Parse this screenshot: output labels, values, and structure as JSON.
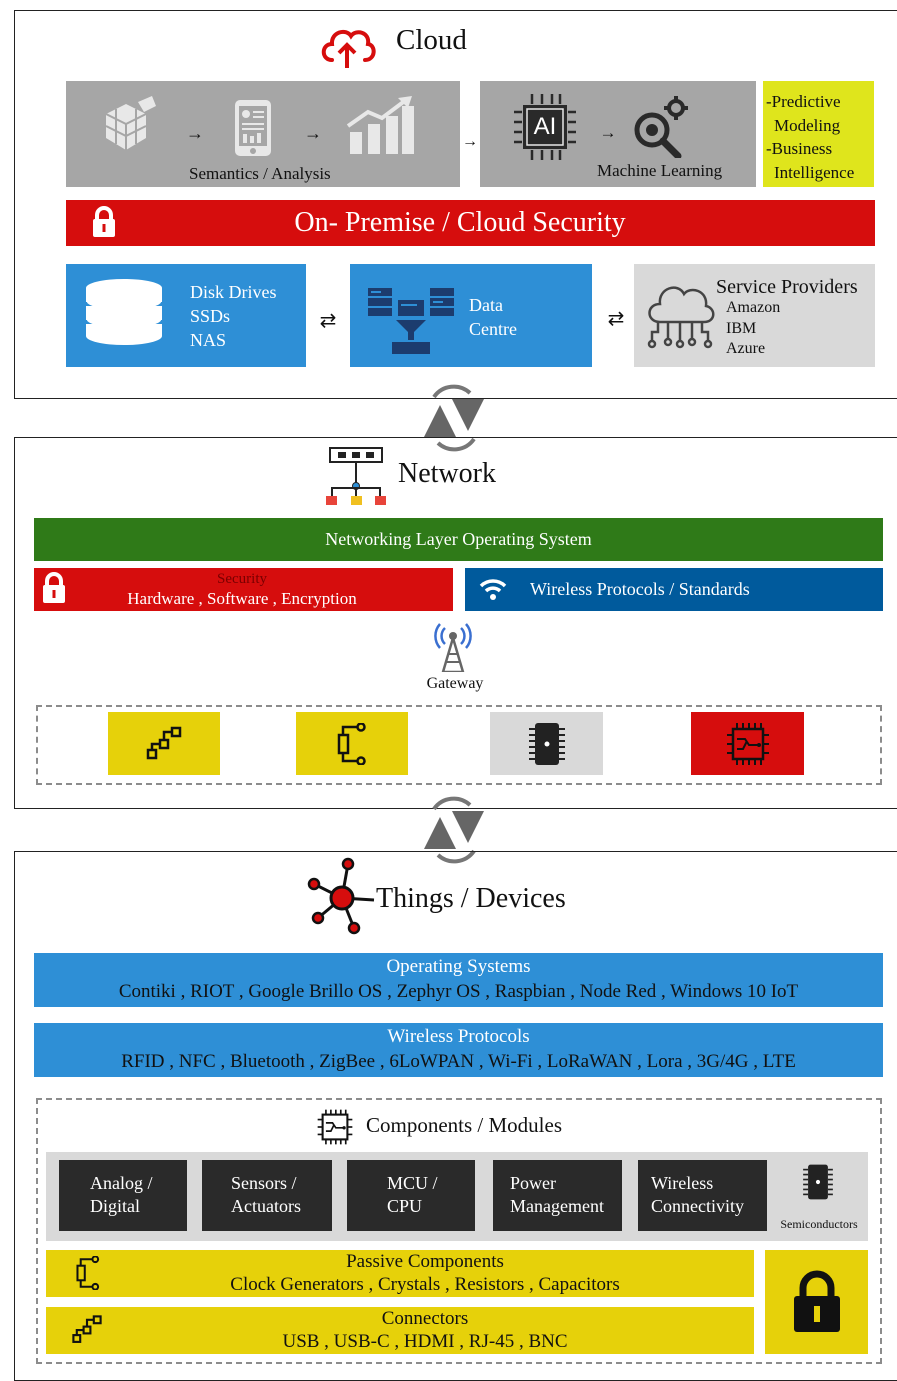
{
  "cloud": {
    "title": "Cloud",
    "analytics_label": "Semantics / Analysis",
    "ai_chip_text": "AI",
    "ml_label": "Machine Learning",
    "predictive": [
      "-Predictive",
      "Modeling",
      "-Business",
      "Intelligence"
    ],
    "security_label": "On- Premise / Cloud Security",
    "storage": [
      "Disk Drives",
      "SSDs",
      "NAS"
    ],
    "data_centre": [
      "Data",
      "Centre"
    ],
    "service_providers_title": "Service Providers",
    "service_providers": [
      "Amazon",
      "IBM",
      "Azure"
    ],
    "arrow_right": "→",
    "arrow_swap": "⇄"
  },
  "network": {
    "title": "Network",
    "os_label": "Networking Layer Operating System",
    "security_title": "Security",
    "security_items": "Hardware , Software , Encryption",
    "wireless_label": "Wireless Protocols / Standards",
    "gateway_label": "Gateway"
  },
  "things": {
    "title": "Things / Devices",
    "os_title": "Operating Systems",
    "os_items": "Contiki , RIOT , Google Brillo OS , Zephyr OS , Raspbian , Node Red , Windows 10 IoT",
    "wireless_title": "Wireless Protocols",
    "wireless_items": "RFID , NFC , Bluetooth , ZigBee , 6LoWPAN , Wi-Fi , LoRaWAN , Lora , 3G/4G , LTE",
    "components_title": "Components / Modules",
    "modules": [
      [
        "Analog /",
        "Digital"
      ],
      [
        "Sensors /",
        "Actuators"
      ],
      [
        "MCU /",
        "CPU"
      ],
      [
        "Power",
        "Management"
      ],
      [
        "Wireless",
        "Connectivity"
      ]
    ],
    "semiconductors_label": "Semiconductors",
    "passive_title": "Passive Components",
    "passive_items": "Clock Generators , Crystals , Resistors , Capacitors",
    "connectors_title": "Connectors",
    "connectors_items": "USB , USB-C , HDMI , RJ-45 , BNC"
  },
  "colors": {
    "red": "#d60d0d",
    "blue": "#2e8fd6",
    "green": "#2f7a18",
    "navy": "#005a9c",
    "yellow": "#e6d10a",
    "gray": "#a6a6a6"
  }
}
